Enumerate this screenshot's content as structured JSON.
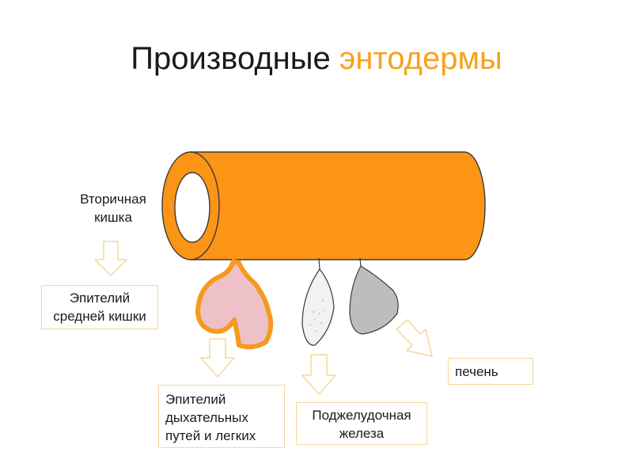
{
  "title": {
    "part1": "Производные",
    "part2": "энтодермы"
  },
  "labels": {
    "secondary_gut_line1": "Вторичная",
    "secondary_gut_line2": "кишка",
    "midgut_epithelium_line1": "Эпителий",
    "midgut_epithelium_line2": "средней кишки",
    "respiratory_line1": "Эпителий",
    "respiratory_line2": "дыхательных",
    "respiratory_line3": "путей и легких",
    "pancreas_line1": "Поджелудочная",
    "pancreas_line2": "железа",
    "liver": "печень"
  },
  "colors": {
    "accent": "#f7a21b",
    "tube": "#fc9416",
    "tube_stroke": "#3a3a3a",
    "lung_fill": "#eec1c8",
    "lung_border": "#f59a1e",
    "pancreas_fill": "#f2f2f4",
    "liver_fill": "#bdbdbd",
    "box_border": "#f4d89a",
    "arrow_stroke": "#f4d89a"
  }
}
